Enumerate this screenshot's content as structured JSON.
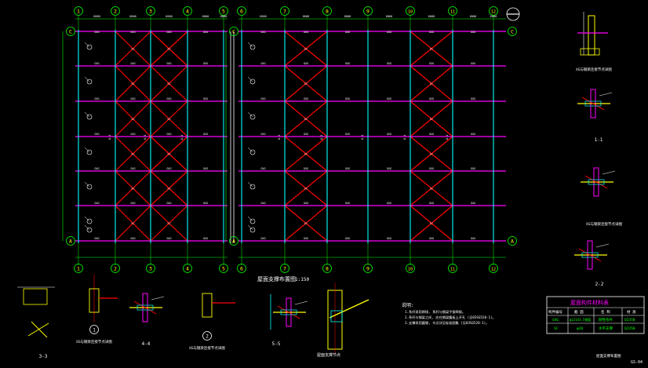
{
  "drawing": {
    "plan_title": "屋面支撑布置图",
    "plan_scale": "1:150",
    "axes_left": [
      "1",
      "2",
      "3",
      "4",
      "5"
    ],
    "axes_right": [
      "6",
      "7",
      "8",
      "9",
      "10",
      "11",
      "12"
    ],
    "row_top": "C",
    "row_bottom": "A",
    "member_label_bay": "GXG",
    "member_label_brace": "SC",
    "member_label_col": "G-1",
    "section_titles": [
      "1-1",
      "2-2",
      "3-3",
      "4-4",
      "5-5"
    ],
    "detail_titles": [
      "XG与钢梁连接节点详图",
      "XG与钢梁连接节点详图",
      "XG与钢梁连接节点详图",
      "XG与钢梁连接节点详图",
      "屋面支撑节点"
    ],
    "detail_numbers": [
      "1",
      "2"
    ],
    "notes_title": "说明:",
    "notes": [
      "1.系杆采用焊接, 系杆与钢梁平接焊接。",
      "2.系杆与钢梁之间, 应在钢梁腹板上开孔 (见03SG520-1)。",
      "3.支撑采用圆钢, 节点详见标准图集 (见03SG520-1)。"
    ],
    "table": {
      "title": "屋面构件材料表",
      "headers": [
        "构件编号",
        "截 面",
        "名 称",
        "材 质"
      ],
      "rows": [
        [
          "GXG",
          "φ121X3.5钢管",
          "刚性系杆",
          "Q235B"
        ],
        [
          "SC",
          "φ20",
          "水平支撑",
          "Q235B"
        ]
      ]
    },
    "sheet_name": "屋面支撑布置图",
    "sheet_no": "GS-04",
    "colors": {
      "background": "#000000",
      "axis_line": "#00ff00",
      "purlin": "#ff00ff",
      "column": "#00ffff",
      "brace": "#ff0000",
      "dimension": "#ffffff",
      "highlight": "#ffff00",
      "label": "#ffffff"
    }
  }
}
